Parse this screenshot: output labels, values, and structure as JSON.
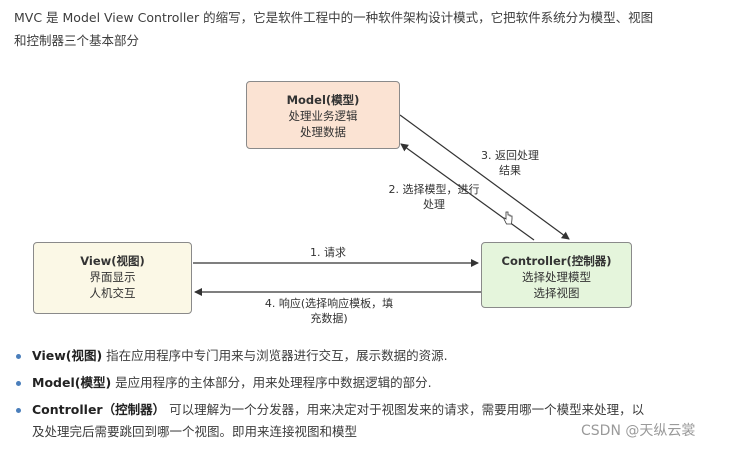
{
  "intro": {
    "line1": "MVC 是 Model View Controller 的缩写，它是软件工程中的一种软件架构设计模式，它把软件系统分为模型、视图",
    "line2": "和控制器三个基本部分"
  },
  "diagram": {
    "model": {
      "title": "Model(模型)",
      "line1": "处理业务逻辑",
      "line2": "处理数据",
      "fill": "#fbe3d3"
    },
    "view": {
      "title": "View(视图)",
      "line1": "界面显示",
      "line2": "人机交互",
      "fill": "#fbf8e6"
    },
    "controller": {
      "title": "Controller(控制器)",
      "line1": "选择处理模型",
      "line2": "选择视图",
      "fill": "#e5f5dc"
    },
    "arrows": {
      "request": "1. 请求",
      "select_line1": "2. 选择模型，进行",
      "select_line2": "处理",
      "return_line1": "3. 返回处理",
      "return_line2": "结果",
      "response_line1": "4. 响应(选择响应模板，填",
      "response_line2": "充数据)"
    }
  },
  "bullets": [
    {
      "term": "View(视图)",
      "text": " 指在应用程序中专门用来与浏览器进行交互，展示数据的资源."
    },
    {
      "term": "Model(模型)",
      "text": " 是应用程序的主体部分，用来处理程序中数据逻辑的部分."
    },
    {
      "term": "Controller（控制器）",
      "text": " 可以理解为一个分发器，用来决定对于视图发来的请求，需要用哪一个模型来处理，以",
      "text2": "及处理完后需要跳回到哪一个视图。即用来连接视图和模型"
    }
  ],
  "watermark": "CSDN @天纵云裳",
  "colors": {
    "bullet": "#4a7ebb",
    "arrow": "#333333",
    "box_border": "#8a8a8a"
  }
}
